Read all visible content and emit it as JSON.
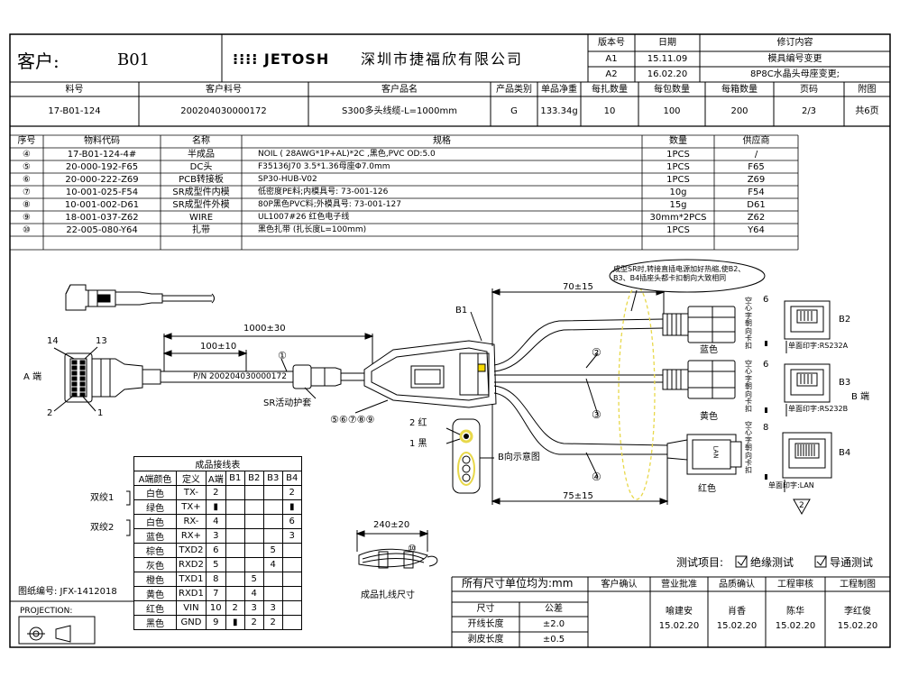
{
  "header": {
    "customer_label": "客户:",
    "customer_value": "B01",
    "logo_text": "JETOSH",
    "company_name": "深圳市捷福欣有限公司"
  },
  "revision": {
    "headers": [
      "版本号",
      "日期",
      "修订内容"
    ],
    "rows": [
      [
        "A1",
        "15.11.09",
        "模具编号变更"
      ],
      [
        "A2",
        "16.02.20",
        "8P8C水晶头母座变更;"
      ]
    ]
  },
  "part_info": {
    "headers": [
      "料号",
      "客户料号",
      "客户品名",
      "产品类别",
      "单品净重",
      "每扎数量",
      "每包数量",
      "每箱数量",
      "页码",
      "附图"
    ],
    "values": [
      "17-B01-124",
      "200204030000172",
      "S300多头线缆-L=1000mm",
      "G",
      "133.34g",
      "10",
      "100",
      "200",
      "2/3",
      "共6页"
    ]
  },
  "bom": {
    "headers": [
      "序号",
      "物料代码",
      "名称",
      "规格",
      "数量",
      "供应商"
    ],
    "rows": [
      [
        "④",
        "17-B01-124-4#",
        "半成品",
        "NOIL ( 28AWG*1P+AL)*2C ,黑色,PVC OD:5.0",
        "1PCS",
        "/"
      ],
      [
        "⑤",
        "20-000-192-F65",
        "DC头",
        "F35136J70 3.5*1.36母座Φ7.0mm",
        "1PCS",
        "F65"
      ],
      [
        "⑥",
        "20-000-222-Z69",
        "PCB转接板",
        "SP30-HUB-V02",
        "1PCS",
        "Z69"
      ],
      [
        "⑦",
        "10-001-025-F54",
        "SR成型件内模",
        "低密度PE料;内模具号: 73-001-126",
        "10g",
        "F54"
      ],
      [
        "⑧",
        "10-001-002-D61",
        "SR成型件外模",
        "80P黑色PVC料;外模具号: 73-001-127",
        "15g",
        "D61"
      ],
      [
        "⑨",
        "18-001-037-Z62",
        "WIRE",
        "UL1007#26 红色电子线",
        "30mm*2PCS",
        "Z62"
      ],
      [
        "⑩",
        "22-005-080-Y64",
        "扎带",
        "黑色扎带 (扎长度L=100mm)",
        "1PCS",
        "Y64"
      ]
    ]
  },
  "drawing": {
    "note": "成型SR时,转接直插电源加好热缩,使B2、B3、B4插座头都卡扣朝向大致相同",
    "dim_70": "70±15",
    "dim_1000": "1000±30",
    "dim_100": "100±10",
    "dim_75": "75±15",
    "dim_240": "240±20",
    "label_b1": "B1",
    "label_a_end": "A 端",
    "label_b_end": "B 端",
    "pin14": "14",
    "pin13": "13",
    "pin2": "2",
    "pin1": "1",
    "pn_label": "P/N 200204030000172",
    "sr_label": "SR活动护套",
    "balloons_row": "⑤⑥⑦⑧⑨",
    "c1": "①",
    "c2": "②",
    "c3": "③",
    "c4": "④",
    "c10": "⑩",
    "red_label": "2 红",
    "black_label": "1 黑",
    "b_view": "B向示意图",
    "bundle_size": "成品扎线尺寸",
    "color_blue": "蓝色",
    "color_yellow": "黄色",
    "color_red": "红色",
    "b2_label": "B2",
    "b3_label": "B3",
    "b4_label": "B4",
    "b2_print": "单面印字:RS232A",
    "b3_print": "单面印字:RS232B",
    "b4_print": "单面印字:LAN",
    "side_text_top": "空心字朝向卡扣",
    "side_text_mid": "空心字朝向卡扣",
    "side_text_bot": "空心字朝向卡扣",
    "n6a": "6",
    "n6b": "6",
    "n8": "8",
    "plug_lan": "LAN",
    "rev_mark": "2"
  },
  "wiring": {
    "title": "成品接线表",
    "headers": [
      "A端颜色",
      "定义",
      "A端",
      "B1",
      "B2",
      "B3",
      "B4"
    ],
    "rows": [
      [
        "白色",
        "TX-",
        "2",
        "",
        "",
        "",
        "2"
      ],
      [
        "绿色",
        "TX+",
        "▮",
        "",
        "",
        "",
        "▮"
      ],
      [
        "白色",
        "RX-",
        "4",
        "",
        "",
        "",
        "6"
      ],
      [
        "蓝色",
        "RX+",
        "3",
        "",
        "",
        "",
        "3"
      ],
      [
        "棕色",
        "TXD2",
        "6",
        "",
        "",
        "5",
        ""
      ],
      [
        "灰色",
        "RXD2",
        "5",
        "",
        "",
        "4",
        ""
      ],
      [
        "橙色",
        "TXD1",
        "8",
        "",
        "5",
        "",
        ""
      ],
      [
        "黄色",
        "RXD1",
        "7",
        "",
        "4",
        "",
        ""
      ],
      [
        "红色",
        "VIN",
        "10",
        "2",
        "3",
        "3",
        ""
      ],
      [
        "黑色",
        "GND",
        "9",
        "▮",
        "2",
        "2",
        ""
      ]
    ],
    "pair1": "双绞1",
    "pair2": "双绞2"
  },
  "footer": {
    "drawing_no": "图纸编号: JFX-1412018",
    "projection": "PROJECTION:",
    "units": "所有尺寸单位均为:mm",
    "tol_headers": [
      "尺寸",
      "公差"
    ],
    "tol_rows": [
      [
        "开线长度",
        "±2.0"
      ],
      [
        "剥皮长度",
        "±0.5"
      ]
    ],
    "tests_label": "测试项目:",
    "test1": "绝缘测试",
    "test2": "导通测试",
    "approval_headers": [
      "客户确认",
      "营业批准",
      "品质确认",
      "工程审核",
      "工程制图"
    ],
    "approval_names": [
      "",
      "喻建安",
      "肖香",
      "陈华",
      "李红俊"
    ],
    "approval_dates": [
      "",
      "15.02.20",
      "15.02.20",
      "15.02.20",
      "15.02.20"
    ]
  }
}
